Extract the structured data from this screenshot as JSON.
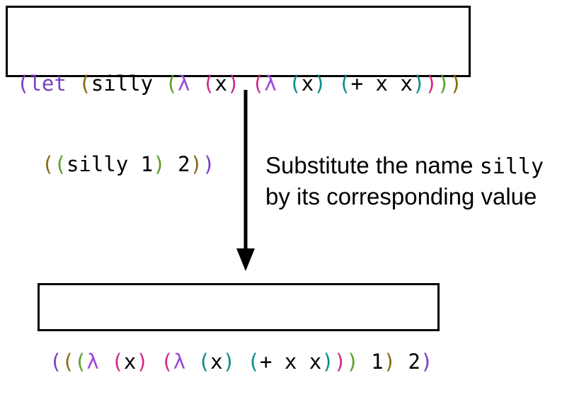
{
  "colors": {
    "purple": "#7b3fc4",
    "olive": "#8a6a14",
    "green": "#5e9e2c",
    "magenta": "#d02a8a",
    "teal": "#0c8c8c",
    "plain": "#000000",
    "lambda": "#9d45dc"
  },
  "top_box": {
    "lines": [
      [
        {
          "t": "(",
          "c": "purple"
        },
        {
          "t": "let",
          "c": "purple"
        },
        {
          "t": " ",
          "c": "plain"
        },
        {
          "t": "(",
          "c": "olive"
        },
        {
          "t": "silly",
          "c": "plain"
        },
        {
          "t": " ",
          "c": "plain"
        },
        {
          "t": "(",
          "c": "green"
        },
        {
          "t": "λ",
          "c": "lambda"
        },
        {
          "t": " ",
          "c": "plain"
        },
        {
          "t": "(",
          "c": "magenta"
        },
        {
          "t": "x",
          "c": "plain"
        },
        {
          "t": ")",
          "c": "magenta"
        },
        {
          "t": " ",
          "c": "plain"
        },
        {
          "t": "(",
          "c": "magenta"
        },
        {
          "t": "λ",
          "c": "lambda"
        },
        {
          "t": " ",
          "c": "plain"
        },
        {
          "t": "(",
          "c": "teal"
        },
        {
          "t": "x",
          "c": "plain"
        },
        {
          "t": ")",
          "c": "teal"
        },
        {
          "t": " ",
          "c": "plain"
        },
        {
          "t": "(",
          "c": "teal"
        },
        {
          "t": "+ x x",
          "c": "plain"
        },
        {
          "t": ")",
          "c": "teal"
        },
        {
          "t": ")",
          "c": "magenta"
        },
        {
          "t": ")",
          "c": "green"
        },
        {
          "t": ")",
          "c": "olive"
        }
      ],
      [
        {
          "t": "(",
          "c": "olive"
        },
        {
          "t": "(",
          "c": "green"
        },
        {
          "t": "silly 1",
          "c": "plain"
        },
        {
          "t": ")",
          "c": "green"
        },
        {
          "t": " 2",
          "c": "plain"
        },
        {
          "t": ")",
          "c": "olive"
        },
        {
          "t": ")",
          "c": "purple"
        }
      ]
    ]
  },
  "caption": {
    "line1_prefix": "Substitute the name ",
    "line1_code": "silly",
    "line2": "by its corresponding value"
  },
  "bottom_box": {
    "lines": [
      [
        {
          "t": "(",
          "c": "purple"
        },
        {
          "t": "(",
          "c": "olive"
        },
        {
          "t": "(",
          "c": "green"
        },
        {
          "t": "λ",
          "c": "lambda"
        },
        {
          "t": " ",
          "c": "plain"
        },
        {
          "t": "(",
          "c": "magenta"
        },
        {
          "t": "x",
          "c": "plain"
        },
        {
          "t": ")",
          "c": "magenta"
        },
        {
          "t": " ",
          "c": "plain"
        },
        {
          "t": "(",
          "c": "magenta"
        },
        {
          "t": "λ",
          "c": "lambda"
        },
        {
          "t": " ",
          "c": "plain"
        },
        {
          "t": "(",
          "c": "teal"
        },
        {
          "t": "x",
          "c": "plain"
        },
        {
          "t": ")",
          "c": "teal"
        },
        {
          "t": " ",
          "c": "plain"
        },
        {
          "t": "(",
          "c": "teal"
        },
        {
          "t": "+ x x",
          "c": "plain"
        },
        {
          "t": ")",
          "c": "teal"
        },
        {
          "t": ")",
          "c": "magenta"
        },
        {
          "t": ")",
          "c": "green"
        },
        {
          "t": " 1",
          "c": "plain"
        },
        {
          "t": ")",
          "c": "olive"
        },
        {
          "t": " 2",
          "c": "plain"
        },
        {
          "t": ")",
          "c": "purple"
        }
      ]
    ]
  },
  "arrow": {
    "icon": "down-arrow-icon"
  }
}
